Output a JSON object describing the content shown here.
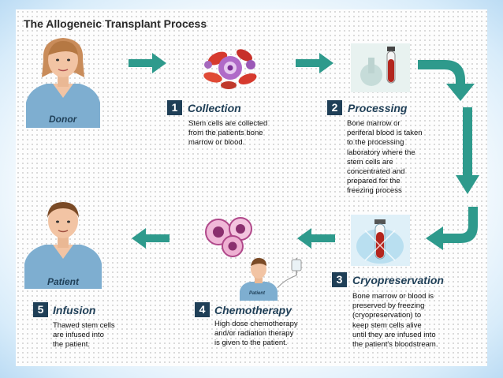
{
  "title": "The Allogeneic Transplant Process",
  "colors": {
    "arrow": "#2e9a8c",
    "badge": "#1f3f57",
    "scrub": "#7eaed0"
  },
  "figures": {
    "donor": "Donor",
    "patient": "Patient",
    "patient_small": "Patient"
  },
  "steps": [
    {
      "number": "1",
      "title": "Collection",
      "description": [
        "Stem cells are collected",
        "from the patients bone",
        "marrow or blood."
      ],
      "icon": "blood-cells-icon"
    },
    {
      "number": "2",
      "title": "Processing",
      "description": [
        "Bone marrow or",
        "periferal blood is taken",
        "to the processing",
        "laboratory where the",
        "stem cells are",
        "concentrated and",
        "prepared for the",
        "freezing process"
      ],
      "icon": "test-tube-icon"
    },
    {
      "number": "3",
      "title": "Cryopreservation",
      "description": [
        "Bone marrow or blood is",
        "preserved by freezing",
        "(cryopreservation) to",
        "keep stem cells alive",
        "until they are infused into",
        "the patient's bloodstream."
      ],
      "icon": "frozen-vial-icon"
    },
    {
      "number": "4",
      "title": "Chemotherapy",
      "description": [
        "High dose chemotherapy",
        "and/or radiation therapy",
        "is given to the patient."
      ],
      "icon": "iv-patient-icon"
    },
    {
      "number": "5",
      "title": "Infusion",
      "description": [
        "Thawed stem cells",
        "are infused into",
        "the patient."
      ],
      "icon": "cells-icon"
    }
  ]
}
